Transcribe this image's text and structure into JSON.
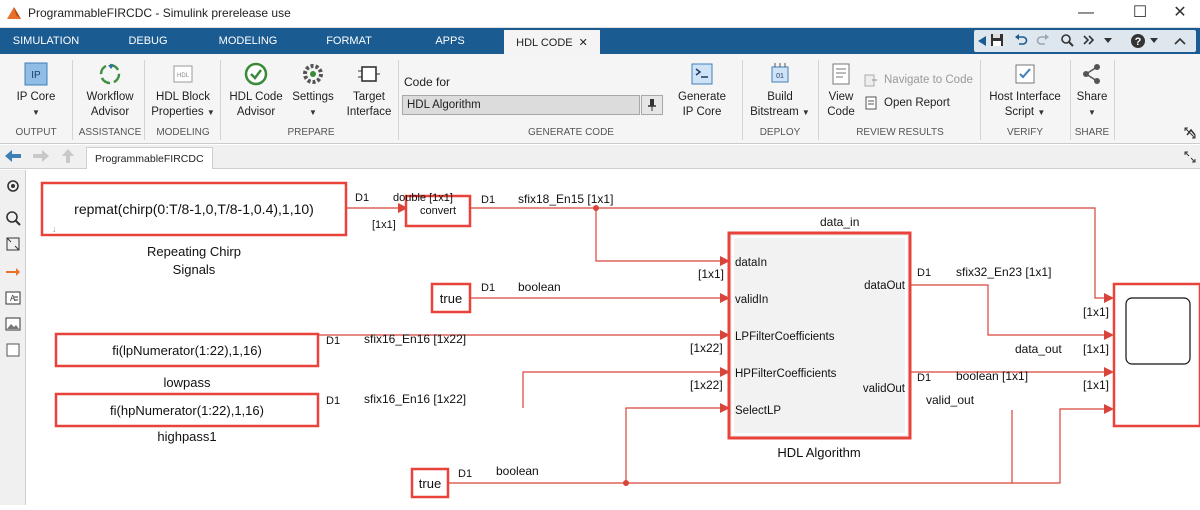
{
  "window": {
    "title": "ProgrammableFIRCDC - Simulink prerelease use",
    "min_symbol": "—",
    "max_symbol": "☐",
    "close_symbol": "✕"
  },
  "tabs": [
    {
      "label": "SIMULATION"
    },
    {
      "label": "DEBUG"
    },
    {
      "label": "MODELING"
    },
    {
      "label": "FORMAT"
    },
    {
      "label": "APPS"
    },
    {
      "label": "HDL CODE",
      "close": "✕"
    }
  ],
  "ribbon": {
    "ip_core": {
      "icon_text": "IP",
      "label": "IP Core"
    },
    "workflow_advisor": {
      "line1": "Workflow",
      "line2": "Advisor"
    },
    "hdl_block_properties": {
      "icon_text": "HDL",
      "line1": "HDL Block",
      "line2": "Properties"
    },
    "hdl_code_advisor": {
      "line1": "HDL Code",
      "line2": "Advisor"
    },
    "settings": {
      "label": "Settings"
    },
    "target_interface": {
      "line1": "Target",
      "line2": "Interface"
    },
    "code_for": {
      "label": "Code for",
      "value": "HDL Algorithm"
    },
    "generate_ip_core": {
      "line1": "Generate",
      "line2": "IP Core"
    },
    "build_bitstream": {
      "line1": "Build",
      "line2": "Bitstream"
    },
    "view_code": {
      "line1": "View",
      "line2": "Code"
    },
    "navigate_to_code": "Navigate to Code",
    "open_report": "Open Report",
    "host_interface_script": {
      "line1": "Host Interface",
      "line2": "Script"
    },
    "share": {
      "label": "Share"
    },
    "sections": {
      "output": "OUTPUT",
      "assistance": "ASSISTANCE",
      "modeling": "MODELING",
      "prepare": "PREPARE",
      "generate_code": "GENERATE CODE",
      "deploy": "DEPLOY",
      "review_results": "REVIEW RESULTS",
      "verify": "VERIFY",
      "share": "SHARE"
    }
  },
  "breadcrumb": {
    "model": "ProgrammableFIRCDC"
  },
  "colors": {
    "accent_blue": "#1a5b91",
    "block_border": "#e8423a",
    "signal_line": "#d9443a"
  },
  "diagram": {
    "blocks": {
      "chirp": {
        "text": "repmat(chirp(0:T/8-1,0,T/8-1,0.4),1,10)",
        "caption1": "Repeating Chirp",
        "caption2": "Signals"
      },
      "convert": {
        "text": "convert"
      },
      "true_top": {
        "text": "true"
      },
      "lowpass": {
        "text": "fi(lpNumerator(1:22),1,16)",
        "caption": "lowpass"
      },
      "highpass": {
        "text": "fi(hpNumerator(1:22),1,16)",
        "caption": "highpass1"
      },
      "true_bottom": {
        "text": "true"
      },
      "hdl_algorithm": {
        "caption": "HDL Algorithm",
        "ports_in": [
          "dataIn",
          "validIn",
          "LPFilterCoefficients",
          "HPFilterCoefficients",
          "SelectLP"
        ],
        "ports_out": [
          "dataOut",
          "validOut"
        ]
      }
    },
    "signals": {
      "d1": "D1",
      "chirp_out_type": "double [1x1]",
      "chirp_dim": "[1x1]",
      "convert_out_type": "sfix18_En15 [1x1]",
      "data_in_name": "data_in",
      "datain_dim": "[1x1]",
      "boolean": "boolean",
      "lp_type": "sfix16_En16 [1x22]",
      "lp_dim": "[1x22]",
      "hp_type": "sfix16_En16 [1x22]",
      "hp_dim": "[1x22]",
      "dataout_type": "sfix32_En23 [1x1]",
      "data_out_name": "data_out",
      "validout_type": "boolean [1x1]",
      "valid_out_name": "valid_out",
      "scope_dim1": "[1x1]",
      "scope_dim2": "[1x1]",
      "scope_dim3": "[1x1]"
    }
  }
}
